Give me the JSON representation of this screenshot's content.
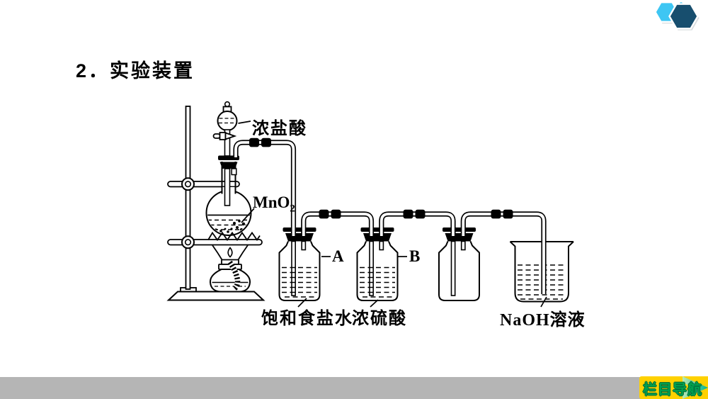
{
  "slide": {
    "title": "2．实验装置",
    "background_color": "#ffffff",
    "line_color": "#000000"
  },
  "logo": {
    "hex_light_color": "#3ec6f3",
    "hex_dark_color": "#174e6e"
  },
  "footer": {
    "bar_color": "#b5b5b5",
    "nav_label": "栏目导航",
    "nav_bg_color": "#ffd100",
    "nav_text_color": "#00a14f",
    "arrow_color": "#00b493"
  },
  "diagram": {
    "labels": {
      "hcl": "浓盐酸",
      "mno2_base": "MnO",
      "mno2_sub": "2",
      "bottle_a": "A",
      "bottle_b": "B",
      "brine": "饱和食盐水",
      "h2so4": "浓硫酸",
      "naoh": "NaOH溶液"
    }
  }
}
